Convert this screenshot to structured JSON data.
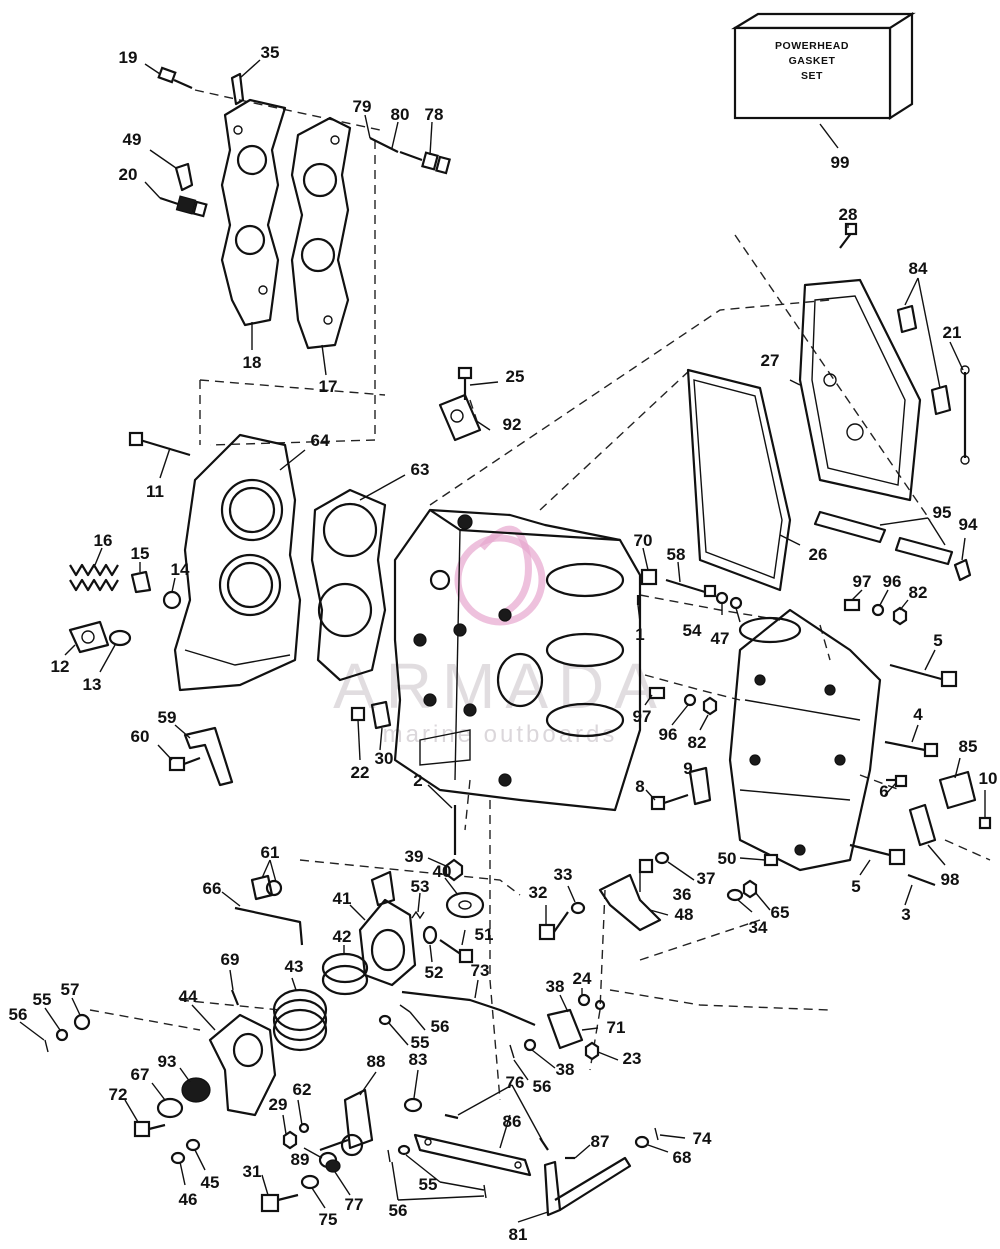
{
  "gasket_box": {
    "line1": "POWERHEAD",
    "line2": "GASKET",
    "line3": "SET"
  },
  "watermark": {
    "brand": "ARMADA",
    "tagline": "marine outboards"
  },
  "callouts": {
    "c1": "1",
    "c2": "2",
    "c3": "3",
    "c4": "4",
    "c5": "5",
    "c6": "6",
    "c8": "8",
    "c9": "9",
    "c10": "10",
    "c11": "11",
    "c12": "12",
    "c13": "13",
    "c14": "14",
    "c15": "15",
    "c16": "16",
    "c17": "17",
    "c18": "18",
    "c19": "19",
    "c20": "20",
    "c21": "21",
    "c22": "22",
    "c23": "23",
    "c24": "24",
    "c25": "25",
    "c26": "26",
    "c27": "27",
    "c28": "28",
    "c29": "29",
    "c30": "30",
    "c31": "31",
    "c32": "32",
    "c33": "33",
    "c34": "34",
    "c35": "35",
    "c36": "36",
    "c37": "37",
    "c38": "38",
    "c39": "39",
    "c40": "40",
    "c41": "41",
    "c42": "42",
    "c43": "43",
    "c44": "44",
    "c45": "45",
    "c46": "46",
    "c47": "47",
    "c48": "48",
    "c49": "49",
    "c50": "50",
    "c51": "51",
    "c52": "52",
    "c53": "53",
    "c54": "54",
    "c55": "55",
    "c56": "56",
    "c57": "57",
    "c58": "58",
    "c59": "59",
    "c60": "60",
    "c61": "61",
    "c62": "62",
    "c63": "63",
    "c64": "64",
    "c65": "65",
    "c66": "66",
    "c67": "67",
    "c68": "68",
    "c69": "69",
    "c70": "70",
    "c71": "71",
    "c72": "72",
    "c73": "73",
    "c74": "74",
    "c75": "75",
    "c76": "76",
    "c77": "77",
    "c78": "78",
    "c79": "79",
    "c80": "80",
    "c81": "81",
    "c82": "82",
    "c83": "83",
    "c84": "84",
    "c85": "85",
    "c86": "86",
    "c87": "87",
    "c88": "88",
    "c89": "89",
    "c92": "92",
    "c93": "93",
    "c94": "94",
    "c95": "95",
    "c96": "96",
    "c97": "97",
    "c98": "98",
    "c99": "99"
  }
}
